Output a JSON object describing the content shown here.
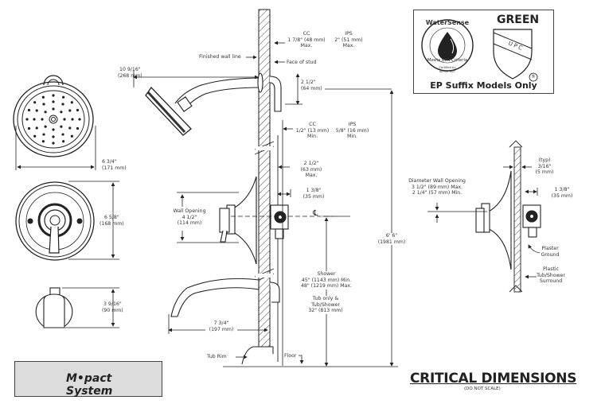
{
  "title": "CRITICAL DIMENSIONS",
  "subtitle": "(DO NOT SCALE)",
  "brand": {
    "name": "M•pact System",
    "icon": "m-logo-icon"
  },
  "certification": {
    "watersense": {
      "top": "WaterSense",
      "bottom": "Meets EPA Criteria",
      "certified_by": "Certified by",
      "org": "IAPMO R&T"
    },
    "upc": {
      "heading": "GREEN",
      "shield_text": "UPC",
      "registered": "®"
    },
    "footnote": "EP Suffix Models Only"
  },
  "front_views": {
    "showerhead_width": {
      "inch": "6 3/4\"",
      "mm": "(171 mm)"
    },
    "trim_height": {
      "inch": "6 5/8\"",
      "mm": "(168 mm)"
    },
    "spout_height": {
      "inch": "3 9/16\"",
      "mm": "(90 mm)"
    }
  },
  "side_view": {
    "finished_wall_line": "Finished wall line",
    "face_of_stud": "Face of stud",
    "top_cc": {
      "label": "CC",
      "value": "1 7/8\" (48 mm)",
      "qual": "Max."
    },
    "top_ips": {
      "label": "IPS",
      "value": "2\" (51 mm)",
      "qual": "Max."
    },
    "arm_reach": {
      "inch": "10 9/16\"",
      "mm": "(268 mm)"
    },
    "elbow_drop": {
      "inch": "2 1/2\"",
      "mm": "(64 mm)"
    },
    "mid_cc": {
      "label": "CC",
      "value": "1/2\" (13 mm)",
      "qual": "Min."
    },
    "mid_ips": {
      "label": "IPS",
      "value": "5/8\" (16 mm)",
      "qual": "Min."
    },
    "valve_depth": {
      "inch": "2 1/2\"",
      "mm": "(63 mm)",
      "qual": "Max."
    },
    "valve_offset": {
      "inch": "1 3/8\"",
      "mm": "(35 mm)"
    },
    "centerline": "℄",
    "wall_opening": {
      "label": "Wall Opening",
      "inch": "4 1/2\"",
      "mm": "(114 mm)"
    },
    "overall_height": {
      "inch": "6' 6\"",
      "mm": "(1981 mm)"
    },
    "shower": {
      "label": "Shower",
      "min": "45\" (1143 mm) Min.",
      "max": "48\" (1219 mm)  Max."
    },
    "tub": {
      "label1": "Tub only &",
      "label2": "Tub/Shower",
      "value": "32\" (813 mm)"
    },
    "spout_reach": {
      "inch": "7 3/4\"",
      "mm": "(197 mm)"
    },
    "tub_rim": "Tub Rim",
    "floor": "Floor"
  },
  "detail_view": {
    "typ": "(typ)",
    "wall_thickness": {
      "inch": "3/16\"",
      "mm": "(5 mm)"
    },
    "diameter_opening": {
      "label": "Diameter Wall Opening",
      "max": "3 1/2\" (89 mm) Max.",
      "min": "2 1/4\" (57 mm) Min."
    },
    "valve_offset": {
      "inch": "1 3/8\"",
      "mm": "(35 mm)"
    },
    "plaster_ground": {
      "l1": "Plaster",
      "l2": "Ground"
    },
    "surround": {
      "l1": "Plastic",
      "l2": "Tub/Shower",
      "l3": "Surround"
    }
  }
}
